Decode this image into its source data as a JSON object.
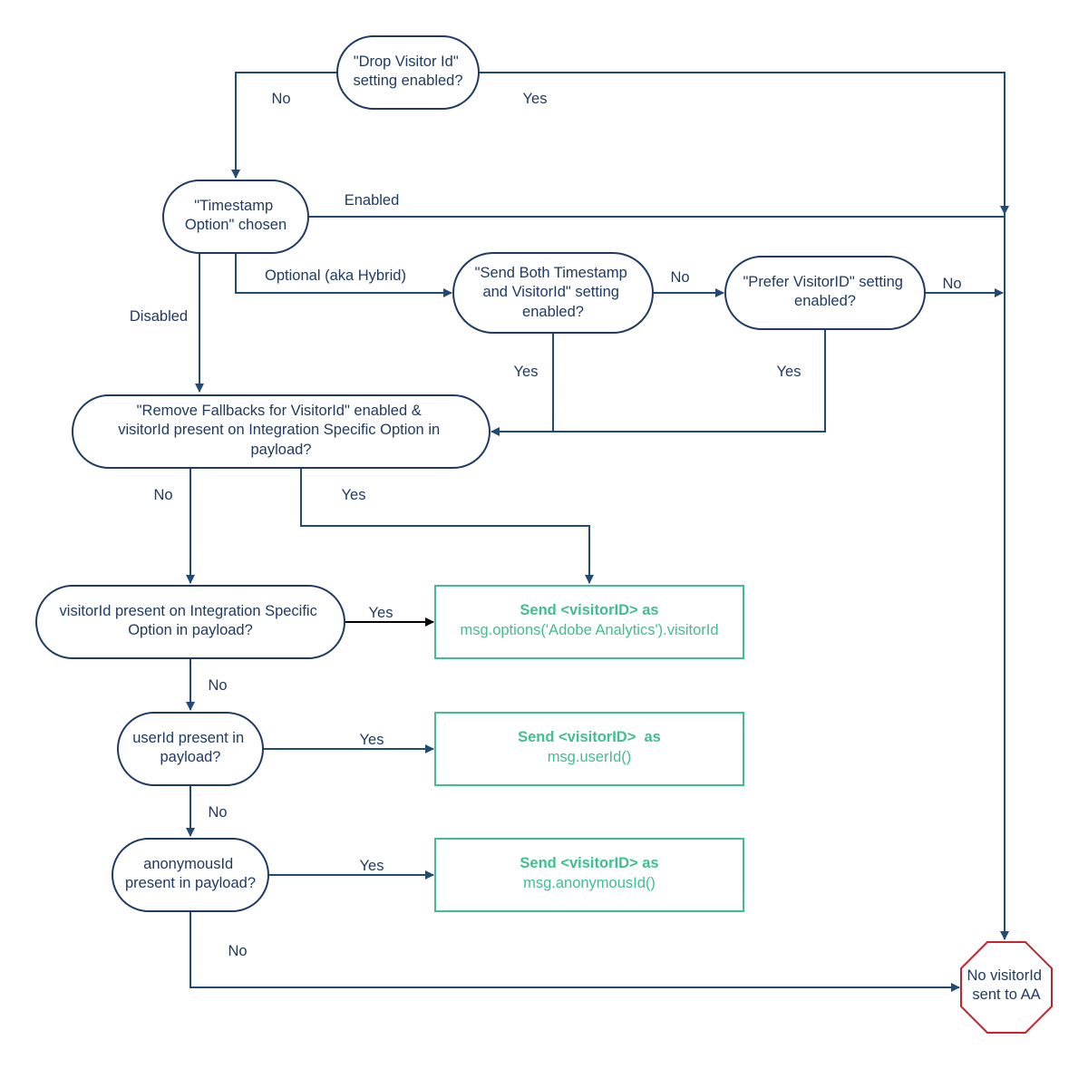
{
  "colors": {
    "node_stroke": "#1f3a63",
    "edge": "#1f4a7a",
    "output_stroke": "#3fbf8f",
    "output_text": "#3fbf8f",
    "terminal_stroke": "#c8232c",
    "text": "#1f3a63"
  },
  "nodes": {
    "drop_visitor": [
      "\"Drop Visitor Id\"",
      "setting enabled?"
    ],
    "timestamp_option": [
      "\"Timestamp",
      "Option\" chosen"
    ],
    "send_both": [
      "\"Send Both Timestamp",
      "and VisitorId\" setting",
      "enabled?"
    ],
    "prefer_visitor": [
      "\"Prefer VisitorID\" setting",
      "enabled?"
    ],
    "remove_fallbacks": [
      "\"Remove Fallbacks for VisitorId\" enabled &",
      "visitorId present on Integration Specific Option in",
      "payload?"
    ],
    "visitorid_present": [
      "visitorId present on Integration Specific",
      "Option in payload?"
    ],
    "userid_present": [
      "userId present in",
      "payload?"
    ],
    "anonymousid_present": [
      "anonymousId",
      "present in payload?"
    ],
    "no_visitor": [
      "No visitorId",
      "sent to AA"
    ]
  },
  "outputs": {
    "send_options": {
      "title": "Send <visitorID> as",
      "value": "msg.options('Adobe Analytics').visitorId"
    },
    "send_userid": {
      "title": "Send <visitorID>  as",
      "value": "msg.userId()"
    },
    "send_anonymous": {
      "title": "Send <visitorID> as",
      "value": "msg.anonymousId()"
    }
  },
  "edge_labels": {
    "drop_no": "No",
    "drop_yes": "Yes",
    "ts_enabled": "Enabled",
    "ts_optional": "Optional (aka Hybrid)",
    "ts_disabled": "Disabled",
    "sendboth_no": "No",
    "sendboth_yes": "Yes",
    "prefer_no": "No",
    "prefer_yes": "Yes",
    "remove_no": "No",
    "remove_yes": "Yes",
    "vid_yes": "Yes",
    "vid_no": "No",
    "uid_yes": "Yes",
    "uid_no": "No",
    "anon_yes": "Yes",
    "anon_no": "No"
  }
}
